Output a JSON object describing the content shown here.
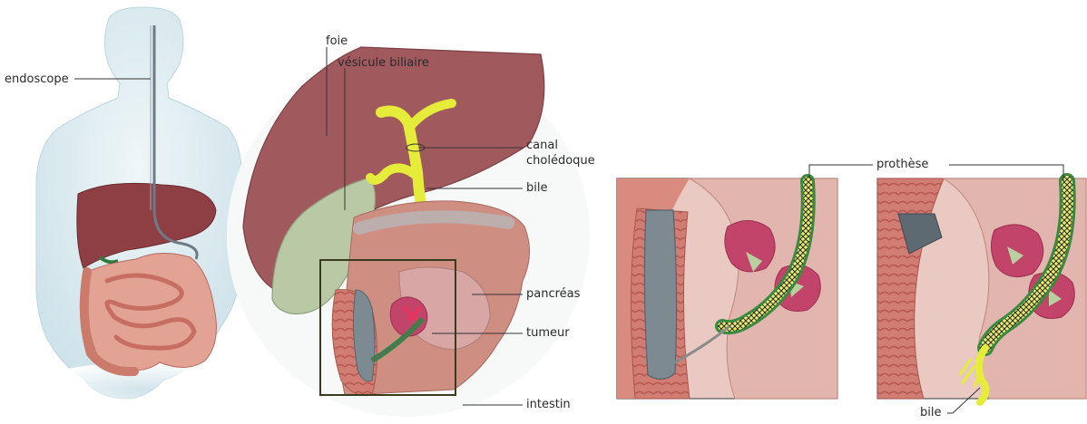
{
  "labels": {
    "endoscope": "endoscope",
    "foie": "foie",
    "vesicule": "vésicule biliaire",
    "canal_1": "canal",
    "canal_2": "cholédoque",
    "bile_top": "bile",
    "pancreas": "pancréas",
    "tumeur": "tumeur",
    "intestin": "intestin",
    "prothese": "prothèse",
    "bile_bottom": "bile"
  },
  "colors": {
    "liver": "#a05a5e",
    "gallbladder": "#b9c9a6",
    "bile": "#e6ec3a",
    "intestine": "#cf7a6e",
    "pancreas": "#d8a6a4",
    "tumor": "#c2446a",
    "arrow": "#e8345c",
    "scope": "#7d8a92",
    "stent": "#3c3c3c",
    "frame": "#3a3a1e",
    "body": "#d7e9ef"
  }
}
